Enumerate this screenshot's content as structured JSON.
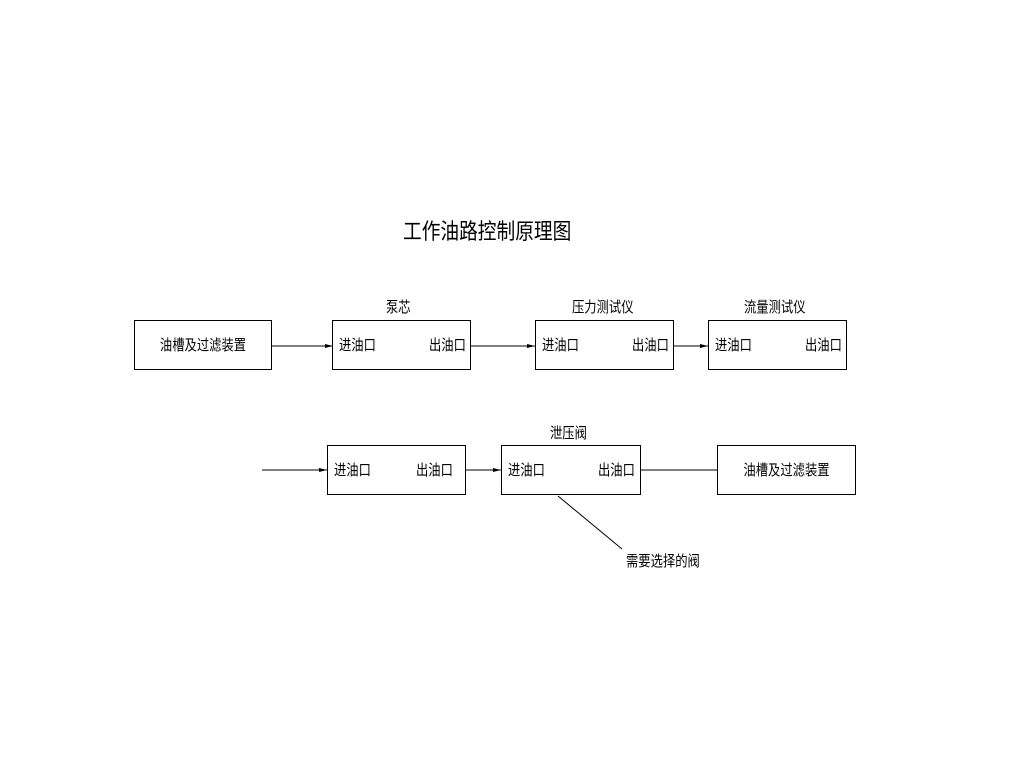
{
  "title": "工作油路控制原理图",
  "row1": {
    "tank": {
      "label": "油槽及过滤装置"
    },
    "pump_core": {
      "title": "泵芯",
      "inlet": "进油口",
      "outlet": "出油口"
    },
    "pressure_tester": {
      "title": "压力测试仪",
      "inlet": "进油口",
      "outlet": "出油口"
    },
    "flow_tester": {
      "title": "流量测试仪",
      "inlet": "进油口",
      "outlet": "出油口"
    }
  },
  "row2": {
    "valve_a": {
      "inlet": "进油口",
      "outlet": "出油口"
    },
    "relief_valve": {
      "title": "泄压阀",
      "inlet": "进油口",
      "outlet": "出油口"
    },
    "tank": {
      "label": "油槽及过滤装置"
    }
  },
  "annotation": {
    "text": "需要选择的阀"
  }
}
